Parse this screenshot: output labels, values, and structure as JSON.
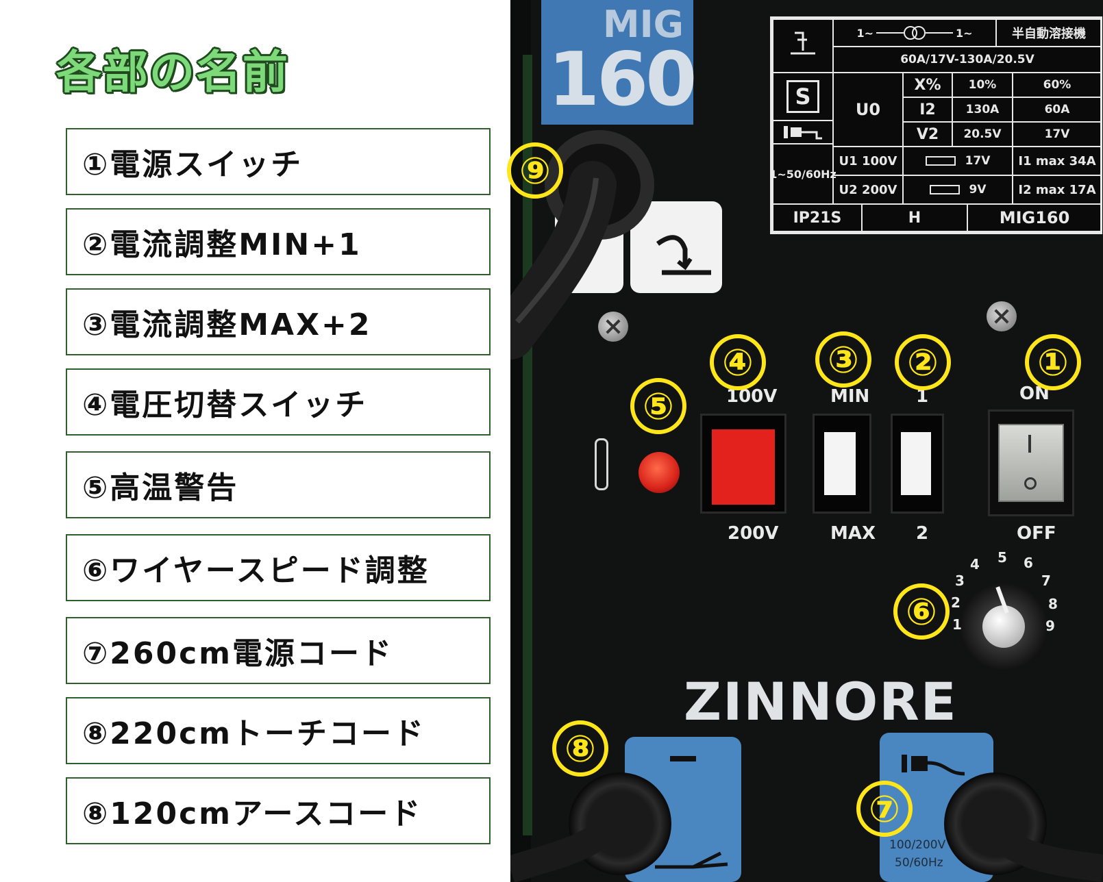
{
  "title": "各部の名前",
  "parts": [
    "①電源スイッチ",
    "②電流調整MIN+1",
    "③電流調整MAX+2",
    "④電圧切替スイッチ",
    "⑤高温警告",
    "⑥ワイヤースピード調整",
    "⑦260cm電源コード",
    "⑧220cmトーチコード",
    "⑧120cmアースコード"
  ],
  "badge": {
    "mig": "MIG",
    "model": "160"
  },
  "spec_plate": {
    "phase_in": "1~",
    "phase_out": "1~",
    "type": "半自動溶接機",
    "range": "60A/17V-130A/20.5V",
    "x_label": "X%",
    "x_vals": [
      "10%",
      "60%"
    ],
    "i2_label": "I2",
    "i2_vals": [
      "130A",
      "60A"
    ],
    "v2_label": "V2",
    "v2_vals": [
      "20.5V",
      "17V"
    ],
    "u0": "U0",
    "s_mark": "S",
    "freq": "1~50/60Hz",
    "u1": "U1 100V",
    "u1_fuse": "17V",
    "i1": "I1 max 34A",
    "u2": "U2 200V",
    "u2_fuse": "9V",
    "i2max": "I2 max 17A",
    "ip": "IP21S",
    "ins": "H",
    "model": "MIG160"
  },
  "panel_labels": {
    "v100": "100V",
    "v200": "200V",
    "min": "MIN",
    "max": "MAX",
    "one": "1",
    "two": "2",
    "on": "ON",
    "off": "OFF"
  },
  "dial_ticks": [
    "1",
    "2",
    "3",
    "4",
    "5",
    "6",
    "7",
    "8",
    "9"
  ],
  "brand": "ZINNORE",
  "plug_plate_text": [
    "100/200V",
    "50/60Hz"
  ],
  "callouts": {
    "c1": "①",
    "c2": "②",
    "c3": "③",
    "c4": "④",
    "c5": "⑤",
    "c6": "⑥",
    "c7": "⑦",
    "c8": "⑧",
    "c9": "⑨"
  },
  "colors": {
    "title_green": "#7dd97a",
    "box_border": "#2f5f2a",
    "callout_yellow": "#ffe61a",
    "panel": "#111312",
    "badge_blue": "#3f78b2",
    "voltage_switch_red": "#e3211d",
    "warning_led": "#d8231a"
  }
}
